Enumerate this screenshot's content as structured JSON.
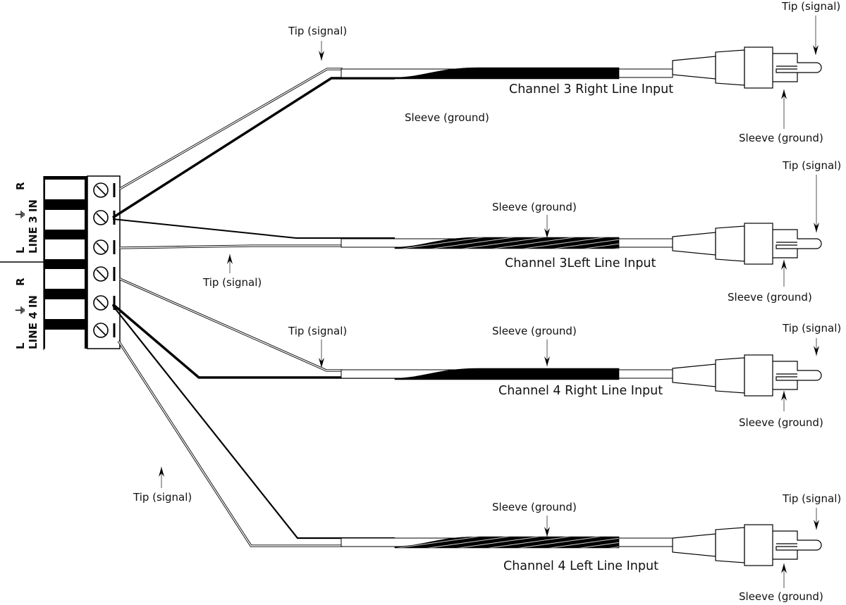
{
  "title": "RCA to terminal block wiring diagram — Line 3 / Line 4 inputs",
  "terminal_block": {
    "groups": [
      {
        "name": "LINE 3 IN",
        "pins": [
          "L",
          "ground",
          "R"
        ]
      },
      {
        "name": "LINE 4 IN",
        "pins": [
          "L",
          "ground",
          "R"
        ]
      }
    ],
    "pin_labels": {
      "left": "L",
      "right": "R",
      "ground_symbol": "⏚"
    },
    "screw_count": 6
  },
  "cables": [
    {
      "id": "ch3-right",
      "name": "Channel 3 Right Line Input",
      "shield_style": "solid",
      "connects": {
        "tip": "LINE 3 IN R",
        "sleeve": "LINE 3 IN ground"
      },
      "callouts": [
        {
          "text": "Tip (signal)",
          "target": "tip-wire",
          "arrow": "down"
        },
        {
          "text": "Sleeve (ground)",
          "target": "sleeve-wire",
          "arrow": "none"
        }
      ],
      "plug": {
        "tip_label": "Tip (signal)",
        "sleeve_label": "Sleeve (ground)"
      }
    },
    {
      "id": "ch3-left",
      "name": "Channel 3Left Line Input",
      "shield_style": "braided",
      "connects": {
        "tip": "LINE 3 IN L",
        "sleeve": "LINE 3 IN ground"
      },
      "callouts": [
        {
          "text": "Sleeve (ground)",
          "target": "shield",
          "arrow": "down"
        },
        {
          "text": "Tip (signal)",
          "target": "tip-wire",
          "arrow": "up"
        }
      ],
      "plug": {
        "tip_label": "Tip (signal)",
        "sleeve_label": "Sleeve (ground)"
      }
    },
    {
      "id": "ch4-right",
      "name": "Channel 4 Right Line Input",
      "shield_style": "solid",
      "connects": {
        "tip": "LINE 4 IN R",
        "sleeve": "LINE 4 IN ground"
      },
      "callouts": [
        {
          "text": "Tip (signal)",
          "target": "tip-wire",
          "arrow": "down"
        },
        {
          "text": "Sleeve (ground)",
          "target": "shield",
          "arrow": "down"
        }
      ],
      "plug": {
        "tip_label": "Tip (signal)",
        "sleeve_label": "Sleeve (ground)"
      }
    },
    {
      "id": "ch4-left",
      "name": "Channel 4 Left Line Input",
      "shield_style": "braided",
      "connects": {
        "tip": "LINE 4 IN L",
        "sleeve": "LINE 4 IN ground"
      },
      "callouts": [
        {
          "text": "Sleeve (ground)",
          "target": "shield",
          "arrow": "down"
        },
        {
          "text": "Tip (signal)",
          "target": "tip-wire",
          "arrow": "up"
        }
      ],
      "plug": {
        "tip_label": "Tip (signal)",
        "sleeve_label": "Sleeve (ground)"
      }
    }
  ],
  "colors": {
    "ink": "#000000",
    "background": "#ffffff",
    "arrow_stem": "#555555"
  }
}
